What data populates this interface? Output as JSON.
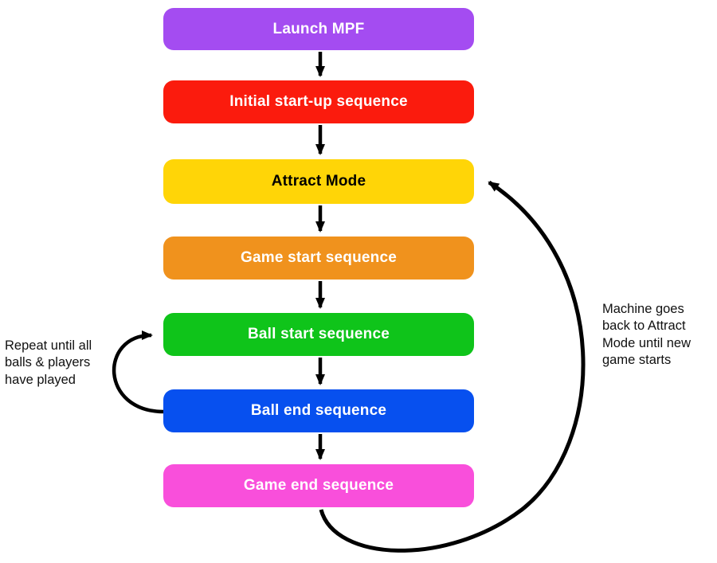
{
  "diagram": {
    "type": "flowchart",
    "nodes": [
      {
        "id": "launch-mpf",
        "label": "Launch MPF",
        "color": "#A44CF1",
        "text_color": "#ffffff"
      },
      {
        "id": "initial-startup",
        "label": "Initial start-up sequence",
        "color": "#FB1B0D",
        "text_color": "#ffffff"
      },
      {
        "id": "attract-mode",
        "label": "Attract Mode",
        "color": "#FFD507",
        "text_color": "#000000"
      },
      {
        "id": "game-start",
        "label": "Game start sequence",
        "color": "#F0921D",
        "text_color": "#ffffff"
      },
      {
        "id": "ball-start",
        "label": "Ball start sequence",
        "color": "#0FC41A",
        "text_color": "#ffffff"
      },
      {
        "id": "ball-end",
        "label": "Ball end sequence",
        "color": "#0750EF",
        "text_color": "#ffffff"
      },
      {
        "id": "game-end",
        "label": "Game end sequence",
        "color": "#F94FDB",
        "text_color": "#ffffff"
      }
    ],
    "annotations": {
      "repeat_loop": "Repeat until all balls & players have played",
      "attract_return": "Machine goes back to Attract Mode until new game starts"
    },
    "arrow_color": "#000000"
  }
}
